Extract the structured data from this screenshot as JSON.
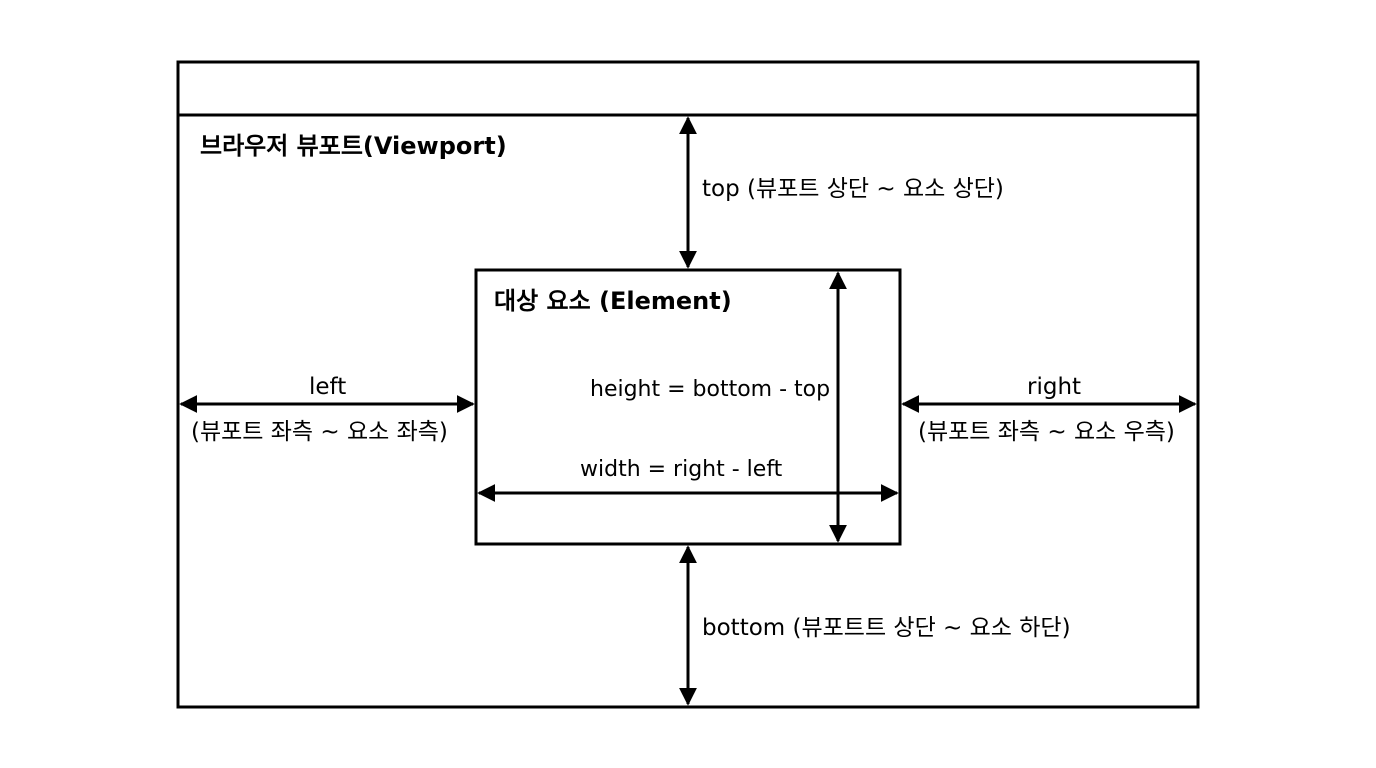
{
  "viewport": {
    "title": "브라우저 뷰포트(Viewport)"
  },
  "element": {
    "title": "대상 요소 (Element)"
  },
  "labels": {
    "top": "top (뷰포트 상단 ~ 요소 상단)",
    "bottom": "bottom (뷰포트트 상단 ~ 요소 하단)",
    "left_name": "left",
    "left_desc": "(뷰포트 좌측 ~ 요소 좌측)",
    "right_name": "right",
    "right_desc": "(뷰포트 좌측 ~ 요소 우측)",
    "height": "height = bottom - top",
    "width": "width = right - left"
  },
  "colors": {
    "line": "#000000",
    "background": "#ffffff"
  }
}
